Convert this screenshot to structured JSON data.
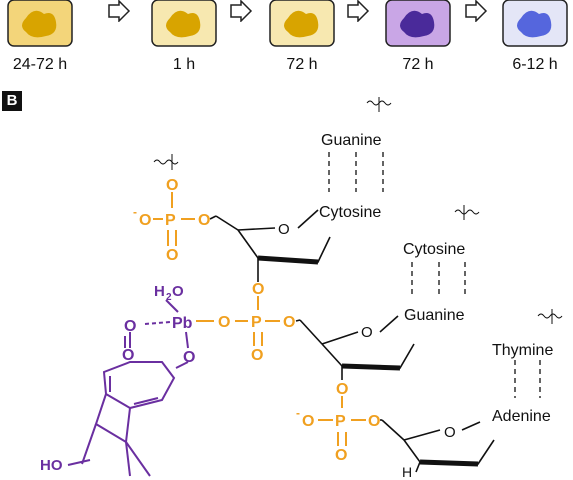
{
  "panel_a": {
    "vials": [
      {
        "label": "24-72 h",
        "liquid": "#f3d57a",
        "tissue": "#d8a400"
      },
      {
        "label": "1 h",
        "liquid": "#f7e8b0",
        "tissue": "#d8a400"
      },
      {
        "label": "72 h",
        "liquid": "#f7e8b0",
        "tissue": "#d8a400"
      },
      {
        "label": "72 h",
        "liquid": "#c9a6e6",
        "tissue": "#4a2a9a"
      },
      {
        "label": "6-12 h",
        "liquid": "#e4e6f7",
        "tissue": "#5566dd"
      }
    ]
  },
  "panel_b": {
    "badge": "B",
    "colors": {
      "phosphate": "#f0a020",
      "lead_complex": "#6a2fa0",
      "backbone": "#111111"
    },
    "bases": {
      "guanine_top": "Guanine",
      "cytosine_1": "Cytosine",
      "cytosine_2": "Cytosine",
      "guanine_2": "Guanine",
      "thymine": "Thymine",
      "adenine": "Adenine"
    },
    "atoms": {
      "O": "O",
      "P": "P",
      "minus": "-",
      "h2o_H": "H",
      "h2o_sub": "2",
      "h2o_O": "O",
      "pb": "Pb",
      "ho": "HO",
      "h": "H"
    }
  }
}
